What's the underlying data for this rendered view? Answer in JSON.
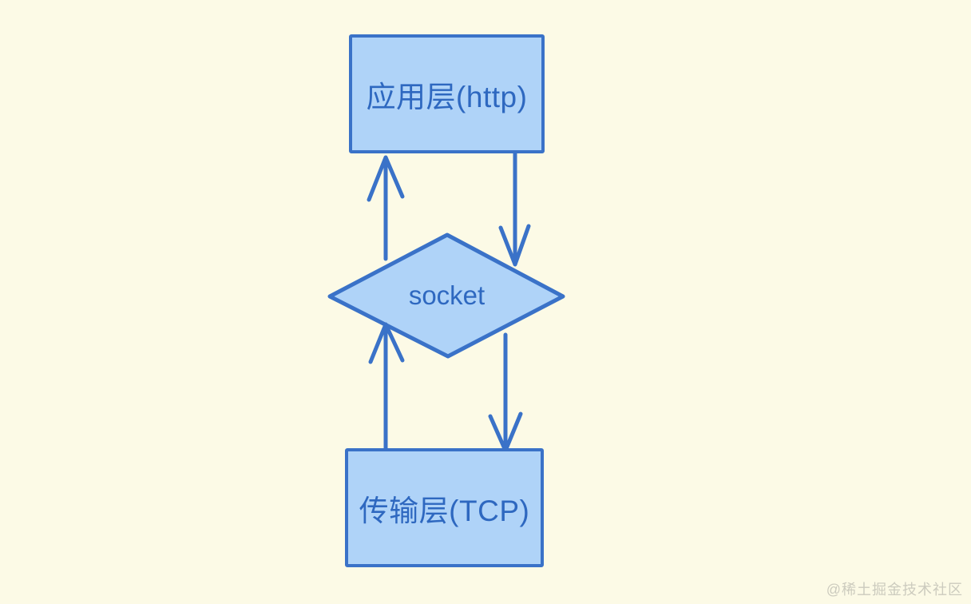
{
  "diagram": {
    "title": "socket layering diagram",
    "nodes": [
      {
        "id": "app-layer",
        "shape": "rect",
        "label": "应用层(http)"
      },
      {
        "id": "socket",
        "shape": "diamond",
        "label": "socket"
      },
      {
        "id": "tcp-layer",
        "shape": "rect",
        "label": "传输层(TCP)"
      }
    ],
    "edges": [
      {
        "from": "socket",
        "to": "app-layer",
        "direction": "up"
      },
      {
        "from": "app-layer",
        "to": "socket",
        "direction": "down"
      },
      {
        "from": "tcp-layer",
        "to": "socket",
        "direction": "up"
      },
      {
        "from": "socket",
        "to": "tcp-layer",
        "direction": "down"
      }
    ]
  },
  "watermark": {
    "text": "@稀土掘金技术社区"
  },
  "colors": {
    "background": "#FCFAE6",
    "node_fill": "#AFD3F8",
    "stroke": "#3A72C8",
    "text": "#2E68C0",
    "watermark": "#CCCBBE"
  }
}
